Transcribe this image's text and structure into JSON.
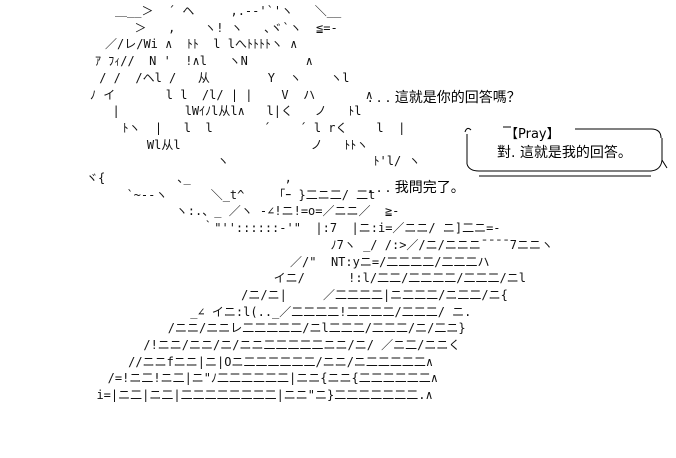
{
  "art_lines": [
    "＿__＞  ´ ヘ     ,.-‐'`'ヽ   ＼__",
    "  ＞   ,    ヽ! ヽ   ､ヾ`ヽ  ≦=-",
    "／/レ/Wi ∧  ﾄﾄ  l lへﾄﾄﾄﾄヽ ∧",
    "ｱ ﾌｨ//  N '  !∧l   ヽN        ∧",
    " / /  /ヘl /   从        Y  ヽ    ヽl",
    "ﾉ イ       l l  /l/ | |    V  ハ       ∧",
    "  |         lWｲﾉl从l∧   l|く   ノ   ﾄl",
    "  ﾄヽ  |   l  l       ´    ´ l rく    l  |",
    "    Wl从l                  ノ   ﾄﾄヽ",
    "         ヽ                    ﾄ'l/ ヽ",
    "ヾ{          ､_             ,",
    "  `~-‐ヽ      ＼_t^    「ｰ }二ニ二/ 二t",
    "        ヽ:.、_ ／ヽ -∠!ニ!=o=／ニニ／  ≧-",
    "          ｀\"''::::::-'\"  |:7  |ニ:i=／ニニ/ ニ]二ニ=-",
    "                         ﾉ7ヽ _/ /:>／/ニ/ニニニ¯¯¯¯7ニニヽ",
    "                  ／/\"  NT:yニ=/二二二二/二二二ハ",
    "                イニ/      !:l/二二/二二二二/二二二/ニl",
    "              /ニ/ニ|     ／二二二二|ニ二二二/ニ二二/ニ{",
    "          _∠ イニ:l(.._／二二二二!二二二二/二二二/ ニ.",
    "        /ニニ/ニニレ二二二二二/ニl二二二/二二二/ニ/二ニ}",
    "      /!ニニ/ニニ/ニ/ニニ二二二二二ニニ/ニ/ ／ニ二/ニニく",
    "     //ニニfニニ|ニ|Oニ二二二二二二/ニニ/ニ二二二二二∧",
    "   /=!ニ二!ニ二|ニ\"ﾉ二二二二二二|ニニ{ニニ{二二二二二二∧",
    "  i=|ニ二|ニ二|二二二二二二二二|ニニ\"ニ}二二二二二二二.∧"
  ],
  "speech": {
    "line1": ". . . 這就是你的回答嗎？",
    "line2": ". . . 我問完了。"
  },
  "bubble": {
    "tag": "【Pray】",
    "text": "對. 這就是我的回答。"
  }
}
